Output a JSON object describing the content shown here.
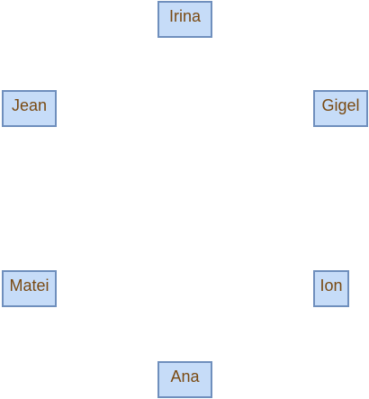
{
  "diagram": {
    "nodes": [
      {
        "id": "irina",
        "label": "Irina"
      },
      {
        "id": "jean",
        "label": "Jean"
      },
      {
        "id": "gigel",
        "label": "Gigel"
      },
      {
        "id": "matei",
        "label": "Matei"
      },
      {
        "id": "ion",
        "label": "Ion"
      },
      {
        "id": "ana",
        "label": "Ana"
      }
    ],
    "colors": {
      "node_fill": "#c6dcf8",
      "node_border": "#6f8fbd",
      "node_text": "#7a4a12",
      "background": "#ffffff"
    }
  }
}
